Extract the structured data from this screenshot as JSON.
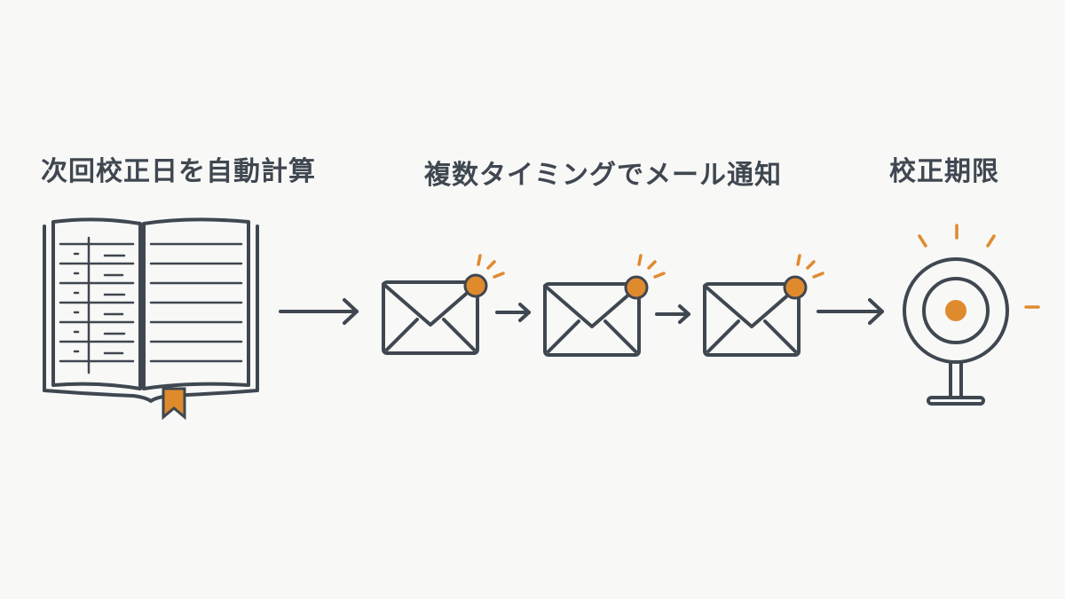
{
  "colors": {
    "background": "#f8f8f7",
    "ink": "#3f4750",
    "accent": "#e08a2e"
  },
  "steps": [
    {
      "label": "次回校正日を自動計算",
      "icon": "open-book-icon"
    },
    {
      "label": "複数タイミングでメール通知",
      "icon": "email-notification-icon"
    },
    {
      "label": "校正期限",
      "icon": "target-icon"
    }
  ]
}
